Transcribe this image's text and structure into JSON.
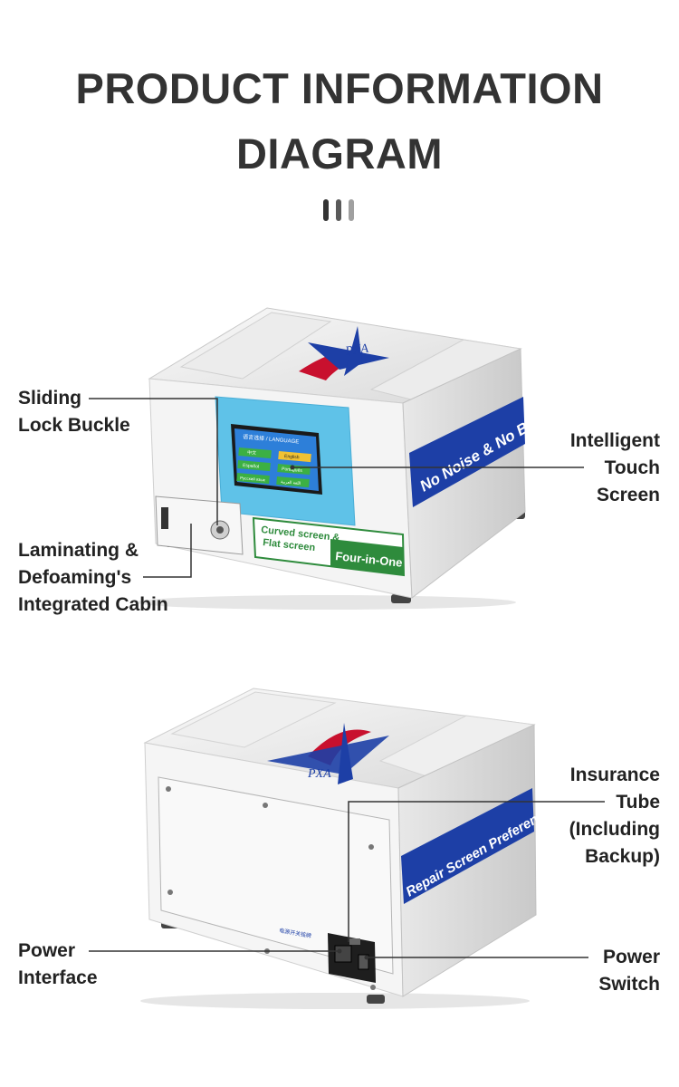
{
  "title": {
    "line1": "PRODUCT INFORMATION",
    "line2": "DIAGRAM"
  },
  "colors": {
    "title": "#333333",
    "bar_dark": "#333333",
    "bar_mid": "#5a5a5a",
    "bar_light": "#a0a0a0",
    "blue": "#1d3fa6",
    "green": "#2e8b3c",
    "line": "#333333"
  },
  "device1": {
    "banner": "No Noise & No Bubbles",
    "sticker_line1": "Curved screen &",
    "sticker_line2": "Flat screen",
    "sticker_badge": "Four-in-One",
    "logo": "PXA",
    "screen": {
      "header": "语言选择 / LANGUAGE",
      "buttons": [
        "中文",
        "English",
        "Español",
        "Português",
        "Русский язык",
        "اللغة العربية"
      ]
    }
  },
  "device2": {
    "banner": "Repair Screen Preference",
    "logo": "PXA",
    "panel_text": "电源开关铭牌"
  },
  "labels": {
    "sliding": [
      "Sliding",
      "Lock Buckle"
    ],
    "touch": [
      "Intelligent",
      "Touch",
      "Screen"
    ],
    "cabin": [
      "Laminating &",
      "Defoaming's",
      "Integrated Cabin"
    ],
    "insurance": [
      "Insurance",
      "Tube",
      "(Including",
      "Backup)"
    ],
    "power_if": [
      "Power",
      "Interface"
    ],
    "power_sw": [
      "Power",
      "Switch"
    ]
  }
}
